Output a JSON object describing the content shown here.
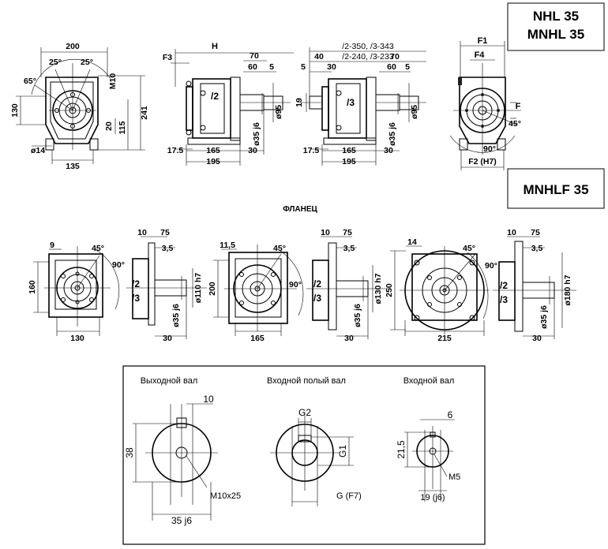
{
  "title_box": {
    "line1": "NHL 35",
    "line2": "MNHL 35"
  },
  "flange_box": {
    "label": "MNHLF 35"
  },
  "flange_heading": "ФЛАНЕЦ",
  "top_views": {
    "front": {
      "w": "200",
      "a1": "25°",
      "a2": "25°",
      "a3": "65°",
      "m": "M10",
      "h1": "130",
      "h2": "241",
      "h3": "115",
      "h4": "20",
      "d": "ø14",
      "w2": "135"
    },
    "side2": {
      "h": "H",
      "f3": "F3",
      "d70": "70",
      "d60": "60",
      "d5": "5",
      "ratio": "/2",
      "d95": "ø95",
      "shaft": "ø35 j6",
      "l1": "17.5",
      "l2": "165",
      "l3": "195",
      "l4": "30"
    },
    "side3": {
      "note1": "/2-350, /3-343",
      "note2": "/2-240, /3-233",
      "d40": "40",
      "d5": "5",
      "d30": "30",
      "d70": "70",
      "d60": "60",
      "d5b": "5",
      "d19": "19",
      "ratio": "/3",
      "d95": "ø95",
      "shaft": "ø35 j6",
      "l1": "17.5",
      "l2": "165",
      "l3": "195",
      "l4": "30"
    },
    "back": {
      "f1": "F1",
      "f4": "F4",
      "f": "F",
      "a": "45°",
      "b": "90°",
      "f2": "F2 (H7)"
    }
  },
  "flanges": [
    {
      "d9": "9",
      "a45": "45°",
      "a90": "90°",
      "h": "160",
      "w": "130",
      "t1": "10",
      "t2": "75",
      "t3": "3,5",
      "r2": "/2",
      "r3": "/3",
      "dia": "ø110 h7",
      "shaft": "ø35 j6",
      "l": "30"
    },
    {
      "d9": "11,5",
      "a45": "45°",
      "a90": "90°",
      "h": "200",
      "w": "165",
      "t1": "10",
      "t2": "75",
      "t3": "3,5",
      "r2": "/2",
      "r3": "/3",
      "dia": "ø130 h7",
      "shaft": "ø35 j6",
      "l": "30"
    },
    {
      "d9": "14",
      "a45": "45°",
      "a90": "90°",
      "h": "250",
      "w": "215",
      "t1": "10",
      "t2": "75",
      "t3": "3,5",
      "r2": "/2",
      "r3": "/3",
      "dia": "ø180 h7",
      "shaft": "ø35 j6",
      "l": "30"
    }
  ],
  "shafts": {
    "output": {
      "title": "Выходной вал",
      "key": "10",
      "h": "38",
      "thread": "M10x25",
      "dia": "35 j6"
    },
    "hollow": {
      "title": "Входной полый вал",
      "g2": "G2",
      "g1": "G1",
      "g": "G (F7)"
    },
    "input": {
      "title": "Входной  вал",
      "key": "6",
      "h": "21,5",
      "thread": "M5",
      "dia": "19 (j6)"
    }
  }
}
